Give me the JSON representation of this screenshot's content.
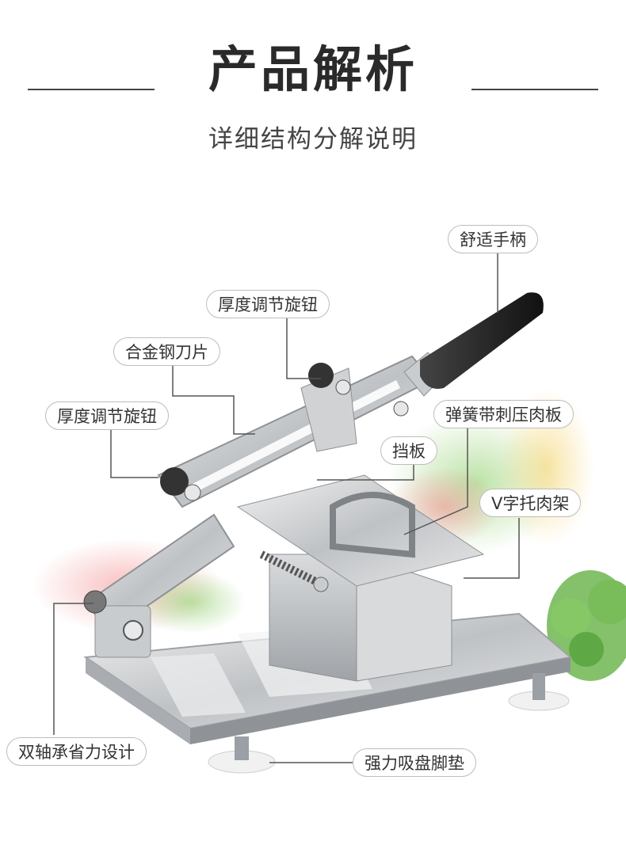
{
  "header": {
    "title": "产品解析",
    "subtitle": "详细结构分解说明"
  },
  "callouts": {
    "handle": "舒适手柄",
    "thickness_knob_top": "厚度调节旋钮",
    "blade": "合金钢刀片",
    "thickness_knob_left": "厚度调节旋钮",
    "spring_plate": "弹簧带刺压肉板",
    "baffle": "挡板",
    "v_rack": "V字托肉架",
    "dual_axis": "双轴承省力设计",
    "suction_feet": "强力吸盘脚垫"
  }
}
